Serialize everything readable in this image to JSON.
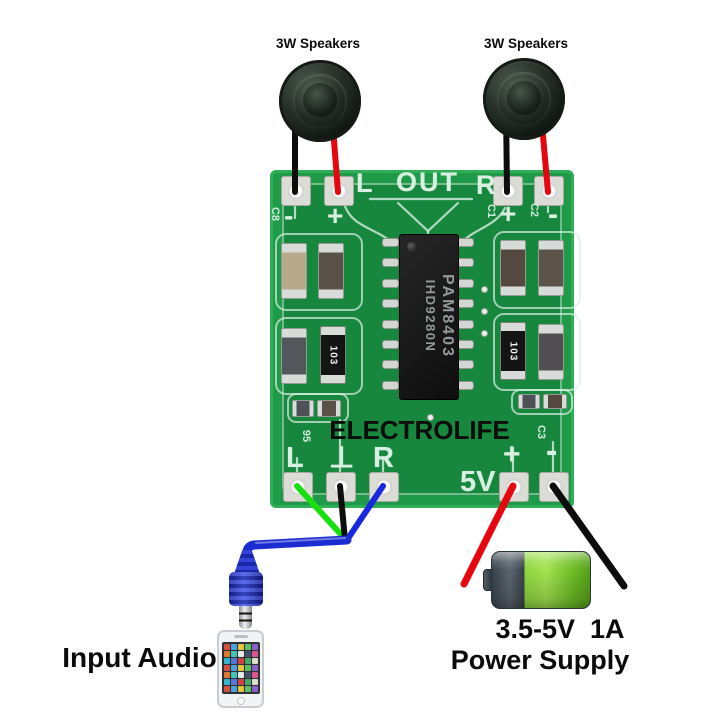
{
  "speakers": {
    "left_label": "3W Speakers",
    "right_label": "3W Speakers"
  },
  "board": {
    "top_row": {
      "l": "L",
      "out": "OUT",
      "r": "R"
    },
    "top_marks": {
      "left_minus": "-",
      "left_plus": "+",
      "right_plus": "+",
      "right_minus": "-"
    },
    "silkscreen": {
      "c8": "C8",
      "c1": "C1",
      "c2": "C2",
      "c3": "C3",
      "c6": "95"
    },
    "chip": {
      "line1": "PAM8403",
      "line2": "IHD9280N"
    },
    "resistor_left": "103",
    "resistor_right": "103",
    "brand": "ELECTROLIFE",
    "bottom_row": {
      "l": "L",
      "gnd": "⊥",
      "r": "R"
    },
    "power_marks": {
      "v": "5V",
      "plus": "+",
      "minus": "-"
    }
  },
  "power_supply": {
    "line1": "3.5-5V  1A",
    "line2": "Power Supply"
  },
  "audio_input": {
    "label": "Input Audio"
  },
  "colors": {
    "board_green": "#1f9a49",
    "pour_green": "#17873e",
    "silkscreen": "#d8efe2",
    "wire_red": "#e60610",
    "wire_black": "#0d0d0d",
    "wire_green": "#17e00e",
    "wire_blue": "#1728de",
    "cable_blue": "#1b2cd0",
    "battery_green": "#8ed63e",
    "battery_gray": "#47525c"
  },
  "phone": {
    "icon_colors": [
      "#d94f3d",
      "#4aa3e0",
      "#e8c33a",
      "#58c262",
      "#8e5fc7",
      "#e07a33",
      "#3fc6b7",
      "#e8e8e8",
      "#40506b",
      "#d9568f",
      "#35b5c9",
      "#5577dd",
      "#cc4444",
      "#44aa66",
      "#ddddcc"
    ]
  }
}
